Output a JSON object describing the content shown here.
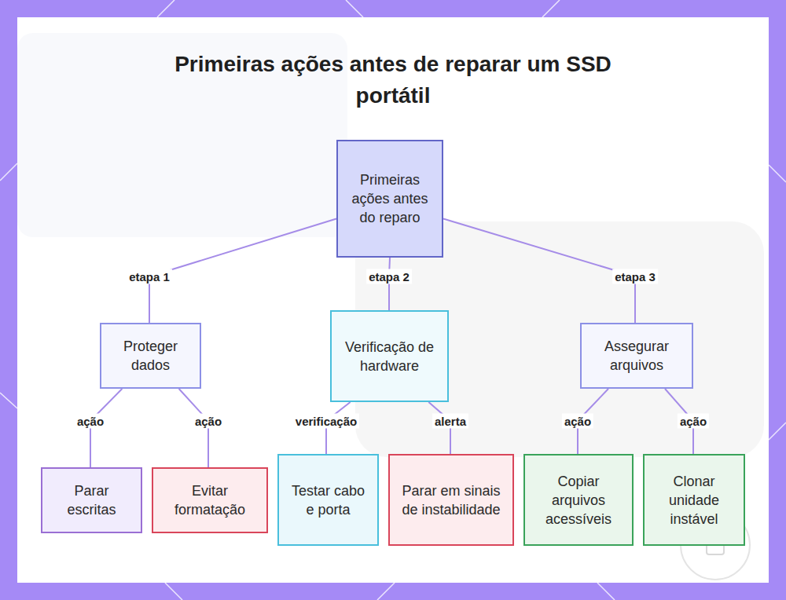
{
  "diagram": {
    "title": "Primeiras ações antes de reparar um SSD portátil",
    "nodes": [
      {
        "text": [
          "Primeiras ações antes do reparo"
        ]
      },
      {
        "text": [
          "Proteger dados"
        ]
      },
      {
        "text": [
          "Verificação de hardware"
        ]
      },
      {
        "text": [
          "Assegurar arquivos"
        ]
      },
      {
        "text": [
          "Parar escritas"
        ]
      },
      {
        "text": [
          "Evitar formatação"
        ]
      },
      {
        "text": [
          "Testar cabo e porta"
        ]
      },
      {
        "text": [
          "Parar em sinais de instabilidade"
        ]
      },
      {
        "text": [
          "Copiar arquivos acessíveis"
        ]
      },
      {
        "text": [
          "Clonar unidade instável"
        ]
      }
    ],
    "edges": [
      {
        "from": 0,
        "to": 1,
        "label": "etapa 1",
        "arrow": "none"
      },
      {
        "from": 0,
        "to": 2,
        "label": "etapa 2",
        "arrow": "none"
      },
      {
        "from": 0,
        "to": 3,
        "label": "etapa 3",
        "arrow": "none"
      },
      {
        "from": 1,
        "to": 4,
        "label": "ação",
        "arrow": "none"
      },
      {
        "from": 1,
        "to": 5,
        "label": "ação",
        "arrow": "none"
      },
      {
        "from": 2,
        "to": 6,
        "label": "verificação",
        "arrow": "none"
      },
      {
        "from": 2,
        "to": 7,
        "label": "alerta",
        "arrow": "none"
      },
      {
        "from": 3,
        "to": 8,
        "label": "ação",
        "arrow": "none"
      },
      {
        "from": 3,
        "to": 9,
        "label": "ação",
        "arrow": "none"
      }
    ]
  }
}
